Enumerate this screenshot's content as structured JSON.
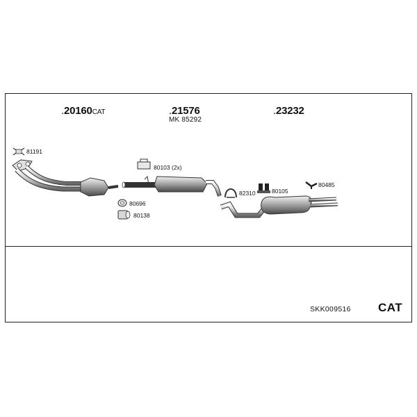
{
  "assemblies": [
    {
      "number": "20160",
      "suffix": "CAT"
    },
    {
      "number": "21576",
      "suffix": "",
      "subline": "MK  85292"
    },
    {
      "number": "23232",
      "suffix": ""
    }
  ],
  "parts": {
    "p81191": "81191",
    "p80103": "80103 (2x)",
    "p80696": "80696",
    "p80138": "80138",
    "p82310": "82310",
    "p80105": "80105",
    "p80485": "80485"
  },
  "footer": {
    "kit_code": "SKK009516",
    "kit_type": "CAT"
  }
}
